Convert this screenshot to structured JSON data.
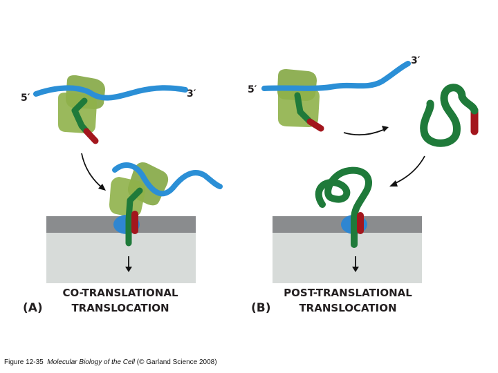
{
  "panel_a": {
    "letter": "(A)",
    "title_line1": "CO-TRANSLATIONAL",
    "title_line2": "TRANSLOCATION",
    "end5": "5′",
    "end3": "3′"
  },
  "panel_b": {
    "letter": "(B)",
    "title_line1": "POST-TRANSLATIONAL",
    "title_line2": "TRANSLOCATION",
    "end5": "5′",
    "end3": "3′"
  },
  "caption": {
    "prefix": "Figure 12-35",
    "book": "Molecular Biology of the Cell",
    "suffix": "(© Garland Science 2008)"
  },
  "colors": {
    "mrna": "#2b8fd6",
    "ribosome": "#8fb14a",
    "protein": "#1f7a3a",
    "signal_sequence": "#a3161d",
    "membrane_top": "#8a8c8e",
    "membrane_lumen": "#d7dbd9",
    "translocon": "#2f86d1"
  }
}
